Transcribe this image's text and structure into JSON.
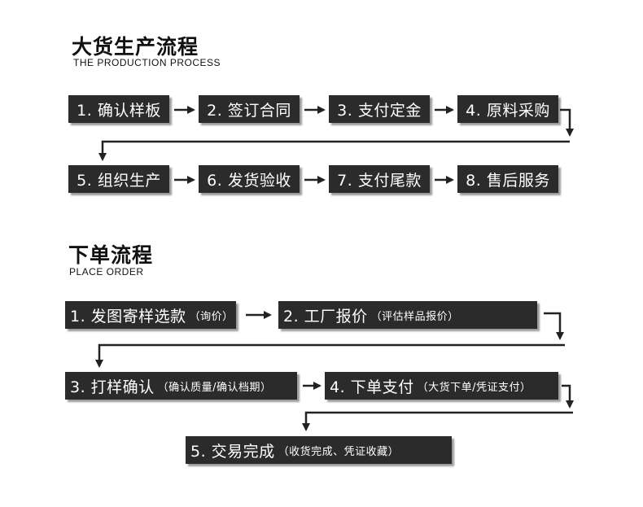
{
  "section1": {
    "title": "大货生产流程",
    "subtitle": "THE PRODUCTION PROCESS",
    "row1": [
      "1. 确认样板",
      "2. 签订合同",
      "3. 支付定金",
      "4. 原料采购"
    ],
    "row2": [
      "5. 组织生产",
      "6. 发货验收",
      "7. 支付尾款",
      "8. 售后服务"
    ]
  },
  "section2": {
    "title": "下单流程",
    "subtitle": "PLACE ORDER",
    "steps": [
      {
        "main": "1. 发图寄样选款",
        "note": "（询价）"
      },
      {
        "main": "2. 工厂报价",
        "note": "（评估样品报价）"
      },
      {
        "main": "3. 打样确认",
        "note": "（确认质量/确认档期）"
      },
      {
        "main": "4. 下单支付",
        "note": "（大货下单/凭证支付）"
      },
      {
        "main": "5. 交易完成",
        "note": "（收货完成、凭证收藏）"
      }
    ]
  },
  "colors": {
    "box_bg": "#2b2b2b",
    "box_text": "#ffffff",
    "line": "#222222"
  },
  "icons": {
    "connector": "arrow-right-icon",
    "turn": "elbow-down-arrow-icon"
  }
}
